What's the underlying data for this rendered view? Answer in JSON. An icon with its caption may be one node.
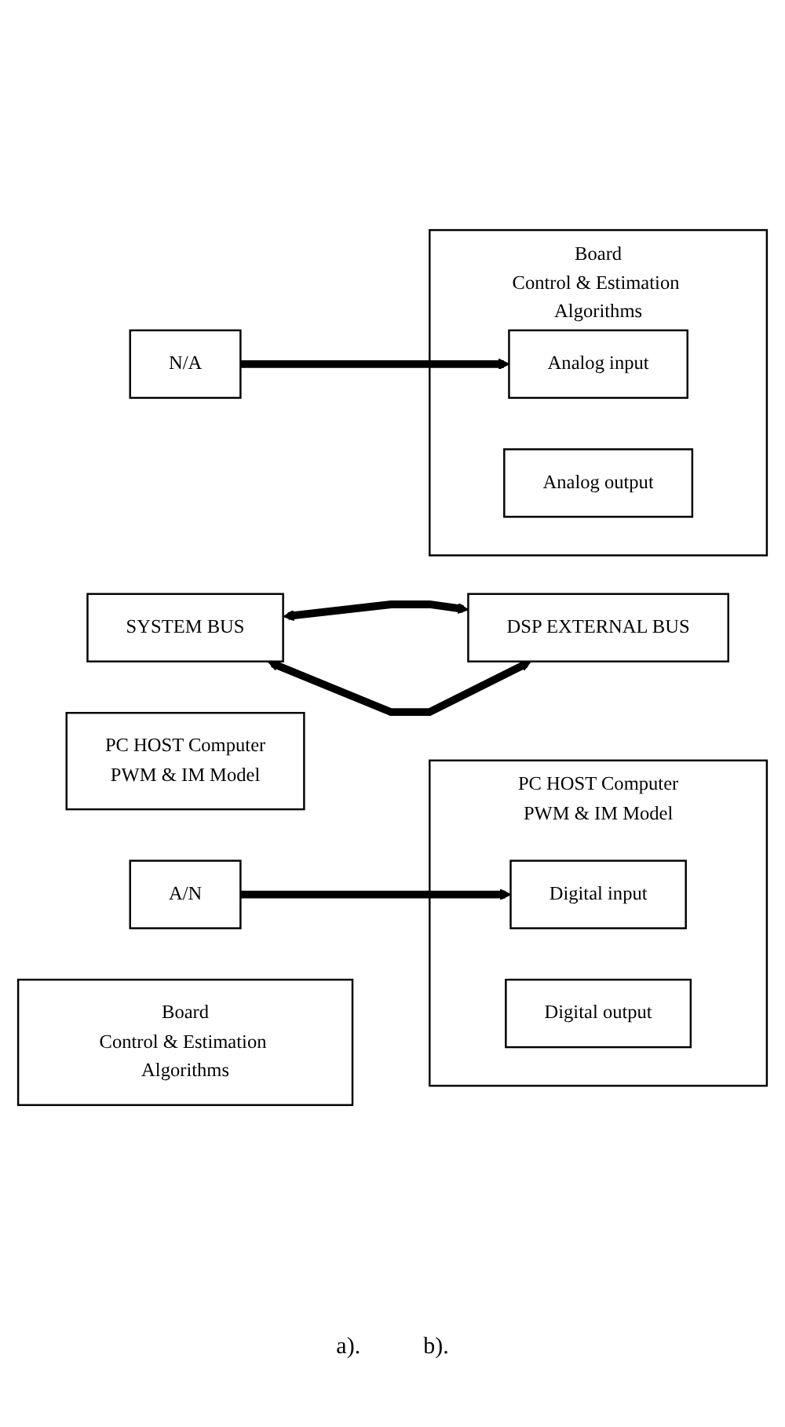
{
  "diagram": {
    "nodes": [
      {
        "text": [
          "PC HOST Computer",
          "PWM & IM Model"
        ]
      },
      {
        "text": [
          "Digital input"
        ],
        "in": 0
      },
      {
        "text": [
          "Digital output"
        ],
        "in": 0
      },
      {
        "text": [
          "N/A"
        ]
      },
      {
        "text": [
          "Board",
          "Control & Estimation Algorithms"
        ]
      },
      {
        "text": [
          "Analog input"
        ],
        "in": 4
      },
      {
        "text": [
          "Analog output"
        ],
        "in": 4
      },
      {
        "text": [
          "A/N"
        ]
      },
      {
        "text": [
          "PC HOST Computer",
          "PWM & IM Model"
        ]
      },
      {
        "text": [
          "SYSTEM BUS"
        ]
      },
      {
        "text": [
          "DSP EXTERNAL BUS"
        ]
      },
      {
        "text": [
          "Board",
          "Control & Estimation Algorithms"
        ]
      }
    ],
    "edges": [
      {
        "from": 3,
        "to": 5,
        "arrow": "to"
      },
      {
        "from": 7,
        "to": 1,
        "arrow": "to"
      },
      {
        "from": 9,
        "to": 10,
        "arrow": "both"
      },
      {
        "from": 9,
        "to": 10,
        "arrow": "both"
      }
    ],
    "labels": [
      "a).",
      "b)."
    ]
  }
}
